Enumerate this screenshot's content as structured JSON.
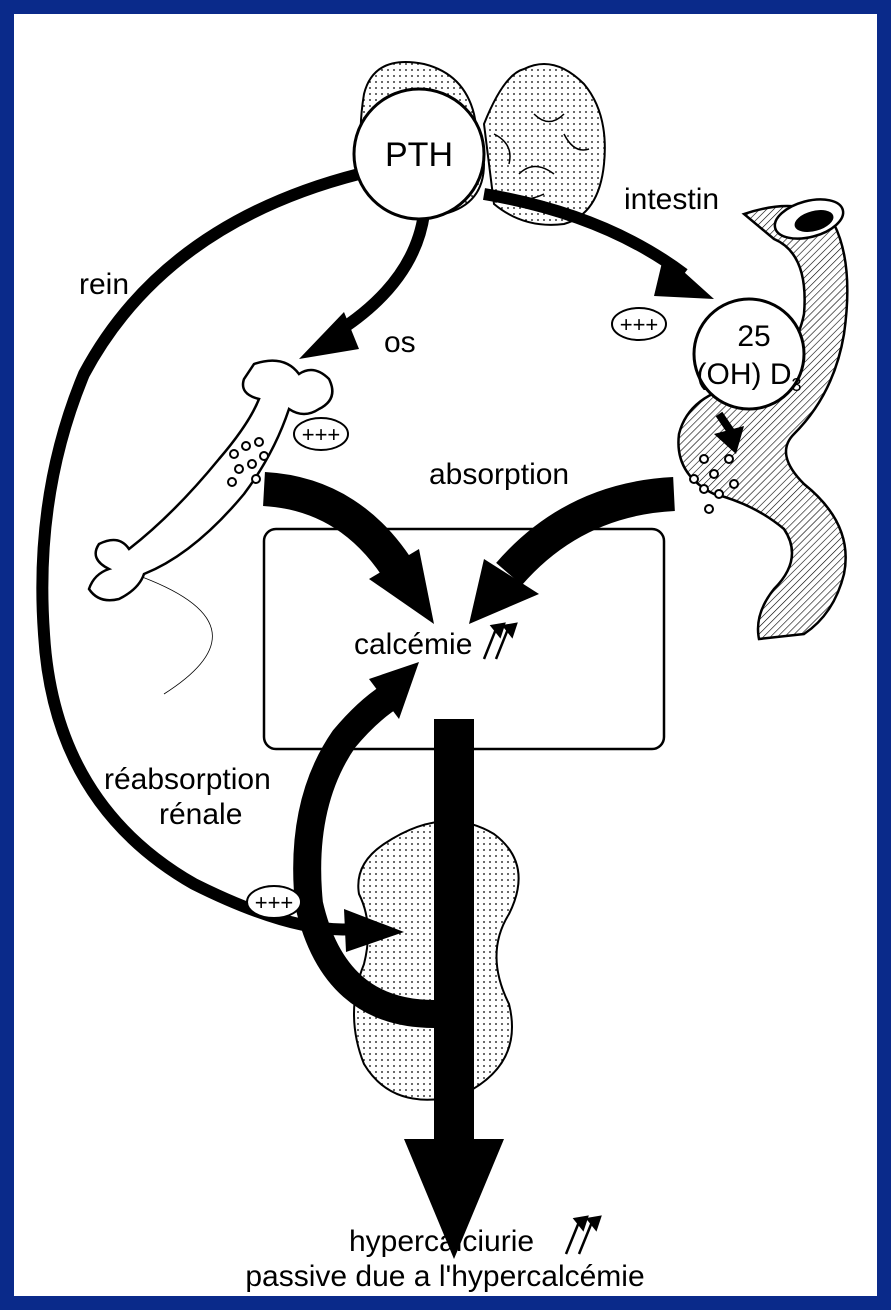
{
  "diagram": {
    "pth_label": "PTH",
    "vitd_line1": "25",
    "vitd_line2": "(OH) D",
    "vitd_sub": "3",
    "label_intestin": "intestin",
    "label_rein": "rein",
    "label_os": "os",
    "label_absorption": "absorption",
    "label_calcemie": "calcémie",
    "label_reabsorption_1": "réabsorption",
    "label_reabsorption_2": "rénale",
    "label_hypercalciurie": "hypercalciurie",
    "label_passive": "passive due a l'hypercalcémie",
    "plus_marks": "+++",
    "colors": {
      "frame": "#0a2a8a",
      "ink": "#000000",
      "paper": "#ffffff"
    }
  }
}
